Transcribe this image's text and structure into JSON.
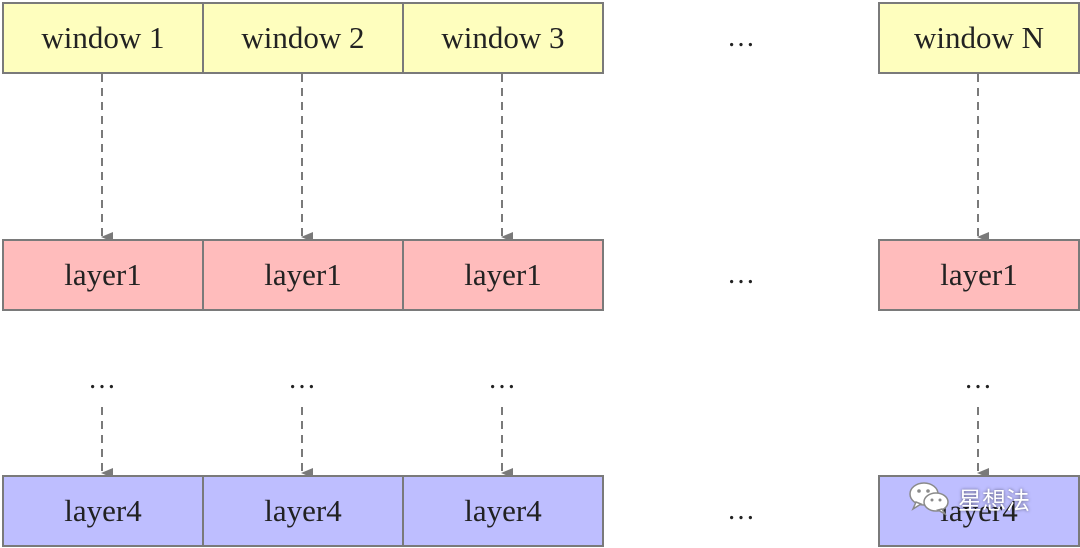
{
  "row_windows": {
    "labels": [
      "window 1",
      "window 2",
      "window 3",
      "window N"
    ],
    "color": "#fefebe"
  },
  "row_layer1": {
    "labels": [
      "layer1",
      "layer1",
      "layer1",
      "layer1"
    ],
    "color": "#ffbcbc"
  },
  "row_layer4": {
    "labels": [
      "layer4",
      "layer4",
      "layer4",
      "layer4"
    ],
    "color": "#bebeff"
  },
  "ellipsis": "…",
  "watermark": {
    "icon": "wechat-icon",
    "text": "星想法"
  }
}
